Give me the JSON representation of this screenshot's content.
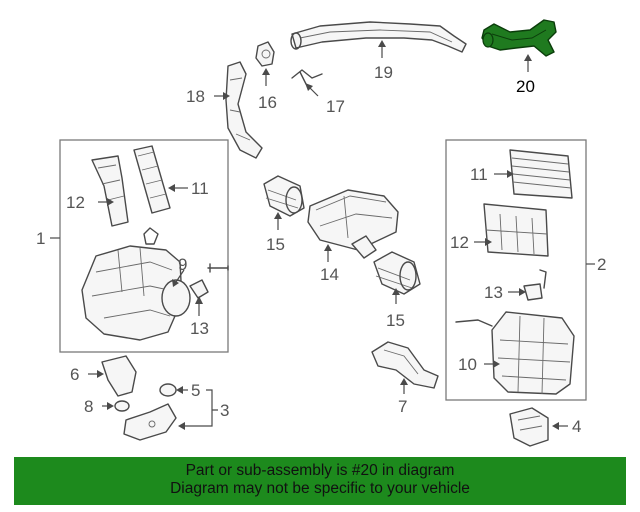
{
  "callouts": {
    "c1": "1",
    "c2": "2",
    "c3": "3",
    "c4": "4",
    "c5": "5",
    "c6": "6",
    "c7": "7",
    "c8": "8",
    "c9": "9",
    "c10": "10",
    "c11_left": "11",
    "c11_right": "11",
    "c12_left": "12",
    "c12_right": "12",
    "c13_left": "13",
    "c13_right": "13",
    "c14": "14",
    "c15_upper": "15",
    "c15_lower": "15",
    "c16": "16",
    "c17": "17",
    "c18": "18",
    "c19": "19",
    "c20": "20"
  },
  "highlight": {
    "part": "20",
    "color": "#1f7a1f"
  },
  "banner": {
    "line1": "Part or sub-assembly is #20 in diagram",
    "line2": "Diagram may not be specific to your vehicle",
    "background": "#1d8a1d"
  }
}
